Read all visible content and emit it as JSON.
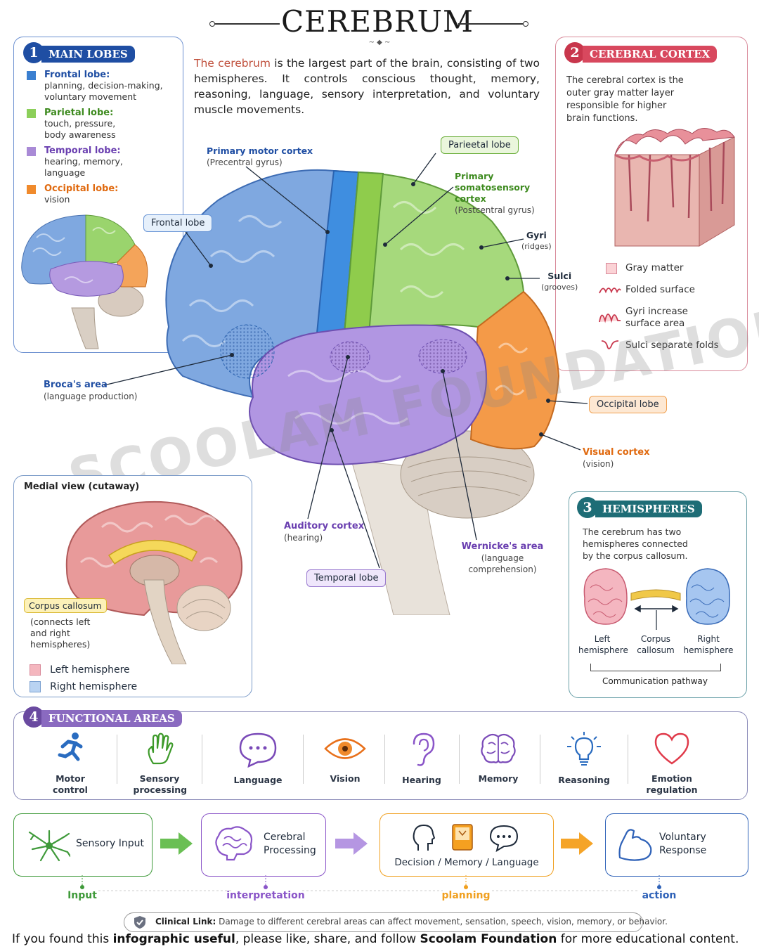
{
  "title": "CEREBRUM",
  "intro": {
    "highlight": "The cerebrum",
    "text": " is the largest part of the brain, consisting of two hemispheres. It controls conscious thought, memory, reasoning, language, sensory interpretation, and voluntary muscle movements."
  },
  "main_lobes": {
    "number": "1",
    "heading": "MAIN LOBES",
    "items": [
      {
        "name": "Frontal lobe:",
        "desc": "planning, decision-making, voluntary movement",
        "color": "#3a7fd0"
      },
      {
        "name": "Parietal lobe:",
        "desc": "touch, pressure, body awareness",
        "color": "#8ccf5a"
      },
      {
        "name": "Temporal lobe:",
        "desc": "hearing, memory, language",
        "color": "#a98ad6"
      },
      {
        "name": "Occipital lobe:",
        "desc": "vision",
        "color": "#f08a2c"
      }
    ]
  },
  "cortex": {
    "number": "2",
    "heading": "CEREBRAL CORTEX",
    "desc": "The cerebral cortex is the outer gray matter layer responsible for higher brain functions.",
    "legend": [
      {
        "icon": "gray-matter-swatch-icon",
        "label": "Gray matter"
      },
      {
        "icon": "folded-surface-icon",
        "label": "Folded surface"
      },
      {
        "icon": "gyri-icon",
        "label": "Gyri increase surface area"
      },
      {
        "icon": "sulci-icon",
        "label": "Sulci separate folds"
      }
    ]
  },
  "brain_labels": {
    "motor_cortex": {
      "title": "Primary motor cortex",
      "sub": "(Precentral gyrus)"
    },
    "parietal_tag": "Parieetal lobe",
    "somato": {
      "title": "Primary somatosensory cortex",
      "sub": "(Postcentral gyrus)"
    },
    "gyri": {
      "title": "Gyri",
      "sub": "(ridges)"
    },
    "sulci": {
      "title": "Sulci",
      "sub": "(grooves)"
    },
    "frontal_tag": "Frontal lobe",
    "broca": {
      "title": "Broca's area",
      "sub": "(language production)"
    },
    "occipital_tag": "Occipital lobe",
    "visual": {
      "title": "Visual cortex",
      "sub": "(vision)"
    },
    "auditory": {
      "title": "Auditory cortex",
      "sub": "(hearing)"
    },
    "wernicke": {
      "title": "Wernicke's area",
      "sub": "(language comprehension)"
    },
    "temporal_tag": "Temporal lobe"
  },
  "watermark": "SCOOLAM FOUNDATION",
  "medial": {
    "heading": "Medial view (cutaway)",
    "corpus_tag": "Corpus callosum",
    "corpus_desc": "(connects left and right hemispheres)",
    "legend": [
      {
        "label": "Left hemisphere",
        "color": "#f4b6be"
      },
      {
        "label": "Right hemisphere",
        "color": "#b9d3f2"
      }
    ]
  },
  "hemispheres": {
    "number": "3",
    "heading": "HEMISPHERES",
    "desc": "The cerebrum has two hemispheres connected by the corpus callosum.",
    "left": "Left hemisphere",
    "corpus": "Corpus callosum",
    "right": "Right hemisphere",
    "pathway": "Communication pathway"
  },
  "functional": {
    "number": "4",
    "heading": "FUNCTIONAL AREAS",
    "items": [
      {
        "label": "Motor control",
        "icon": "running-person-icon"
      },
      {
        "label": "Sensory processing",
        "icon": "hand-icon"
      },
      {
        "label": "Language",
        "icon": "speech-bubble-icon"
      },
      {
        "label": "Vision",
        "icon": "eye-icon"
      },
      {
        "label": "Hearing",
        "icon": "ear-icon"
      },
      {
        "label": "Memory",
        "icon": "brain-icon"
      },
      {
        "label": "Reasoning",
        "icon": "lightbulb-icon"
      },
      {
        "label": "Emotion regulation",
        "icon": "heart-icon"
      }
    ]
  },
  "flow": {
    "steps": [
      {
        "label": "Sensory Input",
        "stage": "Input",
        "color": "#3f9a3a"
      },
      {
        "label": "Cerebral Processing",
        "stage": "interpretation",
        "color": "#8a55c8"
      },
      {
        "label": "Decision / Memory / Language",
        "stage": "planning",
        "color": "#f0a020"
      },
      {
        "label": "Voluntary Response",
        "stage": "action",
        "color": "#2f62b8"
      }
    ]
  },
  "clinical": {
    "label": "Clinical Link:",
    "text": " Damage to different cerebral areas can affect movement, sensation, speech, vision, memory, or behavior."
  },
  "footer": {
    "p1": "If you found this ",
    "b1": "infographic useful",
    "p2": ", please like, share, and follow ",
    "b2": "Scoolam Foundation",
    "p3": " for more educational content."
  }
}
